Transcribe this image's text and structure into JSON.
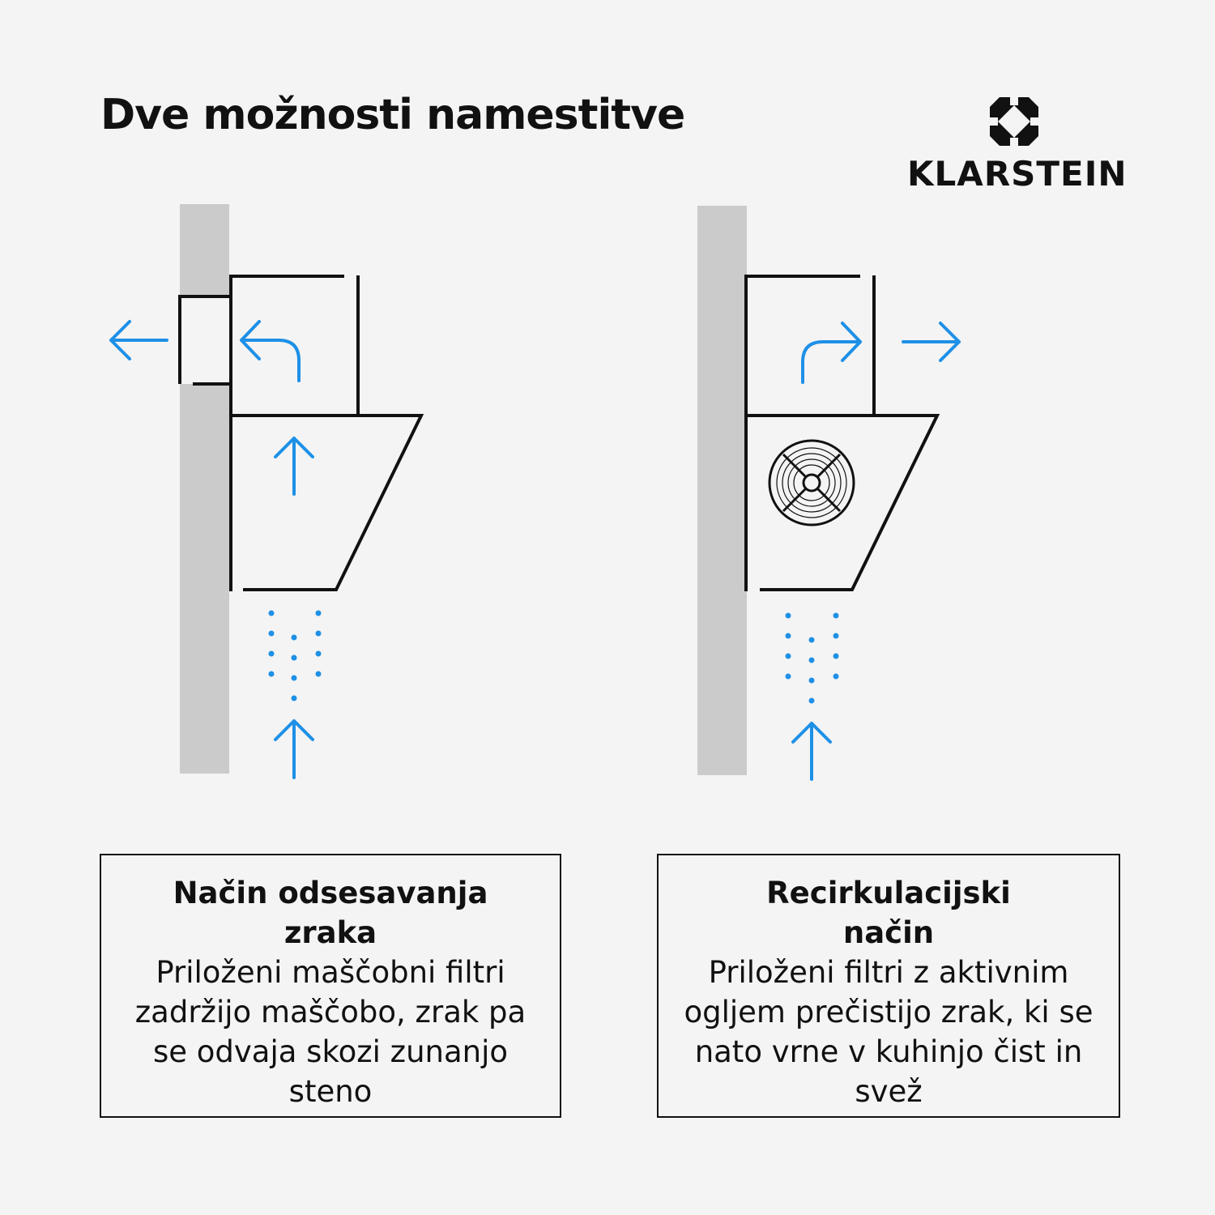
{
  "header": {
    "title": "Dve možnosti namestitve"
  },
  "brand": {
    "name": "KLARSTEIN"
  },
  "colors": {
    "arrow": "#1e90e6",
    "wall": "#cbcbcb",
    "line": "#111111",
    "background": "#f4f4f4"
  },
  "panels": [
    {
      "title": "Način odsesavanja zraka",
      "text": "Priloženi maščobni filtri zadržijo maščobo, zrak pa se odvaja skozi zunanjo steno"
    },
    {
      "title": "Recirkulacijski način",
      "text": "Priloženi filtri z aktivnim ogljem prečistijo zrak, ki se nato vrne v kuhinjo čist in svež"
    }
  ]
}
